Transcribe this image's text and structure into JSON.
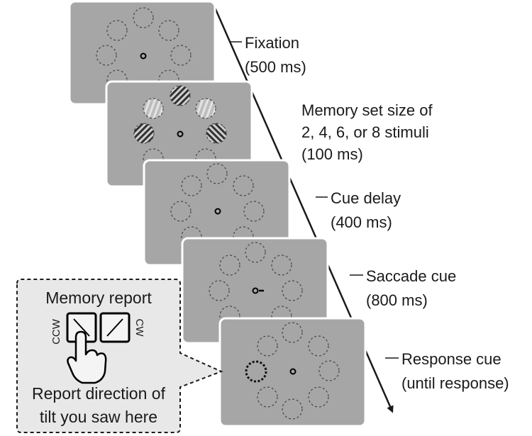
{
  "stages": [
    {
      "name": "Fixation",
      "label_line1": "Fixation",
      "label_line2": "(500 ms)"
    },
    {
      "name": "Memory set",
      "label_line1": "Memory set size of",
      "label_line2": "2, 4, 6, or 8 stimuli",
      "label_line3": "(100 ms)"
    },
    {
      "name": "Cue delay",
      "label_line1": "Cue delay",
      "label_line2": "(400 ms)"
    },
    {
      "name": "Saccade cue",
      "label_line1": "Saccade cue",
      "label_line2": "(800 ms)"
    },
    {
      "name": "Response cue",
      "label_line1": "Response cue",
      "label_line2": "(until response)"
    }
  ],
  "callout": {
    "title": "Memory report",
    "left_key": "CCW",
    "right_key": "CW",
    "caption_line1": "Report direction of",
    "caption_line2": "tilt you saw here"
  },
  "colors": {
    "panel": "#a6a6a6",
    "panel_edge": "#ffffff",
    "callout_bg": "#e8e8e8",
    "ink": "#1a1a1a"
  }
}
